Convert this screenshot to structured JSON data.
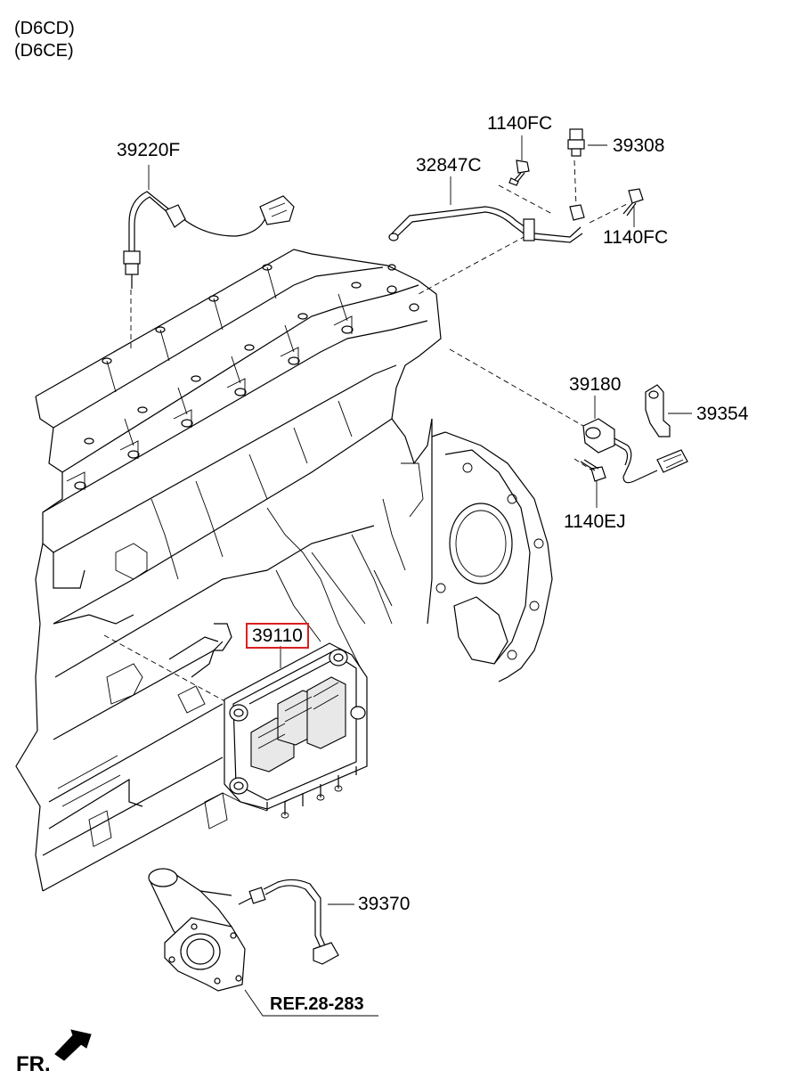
{
  "header": {
    "variants": [
      "(D6CD)",
      "(D6CE)"
    ]
  },
  "callouts": {
    "p39220F": "39220F",
    "p1140FC_top": "1140FC",
    "p39308": "39308",
    "p32847C": "32847C",
    "p1140FC_right": "1140FC",
    "p39180": "39180",
    "p39354": "39354",
    "p1140EJ": "1140EJ",
    "p39110": "39110",
    "p39370": "39370",
    "ref": "REF.28-283"
  },
  "highlight": {
    "part": "39110",
    "box_color": "#d92020"
  },
  "orientation": {
    "label": "FR.",
    "icon": "direction-arrow-icon"
  }
}
